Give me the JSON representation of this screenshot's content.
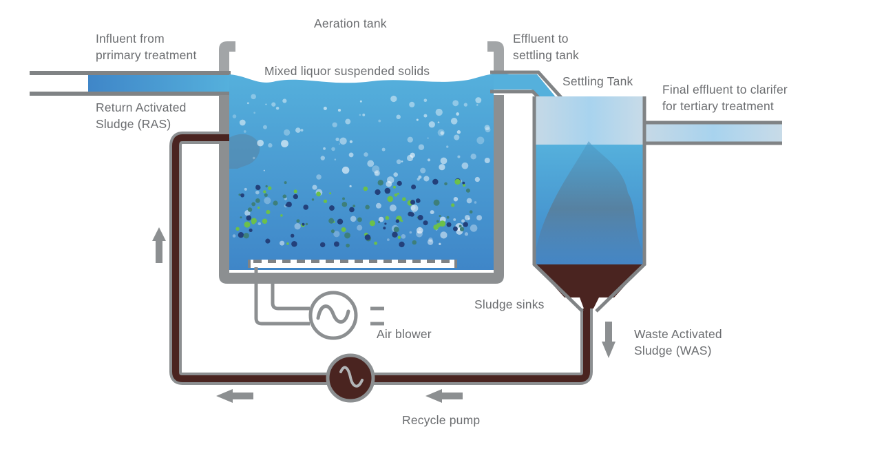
{
  "title": "Activated sludge process",
  "labels": {
    "influent": [
      "Influent from",
      "prrimary treatment"
    ],
    "aeration_tank": "Aeration tank",
    "mixed_liquor": "Mixed liquor suspended solids",
    "effluent_to_settling": [
      "Effluent to",
      "settling tank"
    ],
    "settling_tank": "Settling Tank",
    "final_effluent": [
      "Final effluent to clarifer",
      "for tertiary treatment"
    ],
    "ras": [
      "Return Activated",
      "Sludge (RAS)"
    ],
    "sludge_sinks": "Sludge sinks",
    "air_blower": "Air blower",
    "was": [
      "Waste Activated",
      "Sludge (WAS)"
    ],
    "recycle_pump": "Recycle pump"
  },
  "flow_arrows": [
    {
      "name": "ras-up-arrow",
      "direction": "up"
    },
    {
      "name": "was-down-arrow",
      "direction": "down"
    },
    {
      "name": "return-left-arrow",
      "direction": "left"
    },
    {
      "name": "pump-inflow-left-arrow",
      "direction": "left"
    }
  ],
  "colors": {
    "pipe_gray": "#808385",
    "wall_gray": "#8c8f91",
    "water_light": "#55b0dc",
    "water_deep": "#3f86c8",
    "sludge_brown": "#4a2420",
    "clear_effluent": "#b9d9ee",
    "text": "#6b6d70",
    "floc_green": "#6cc04a",
    "floc_teal": "#3d7f7a",
    "floc_navy": "#23407a"
  }
}
